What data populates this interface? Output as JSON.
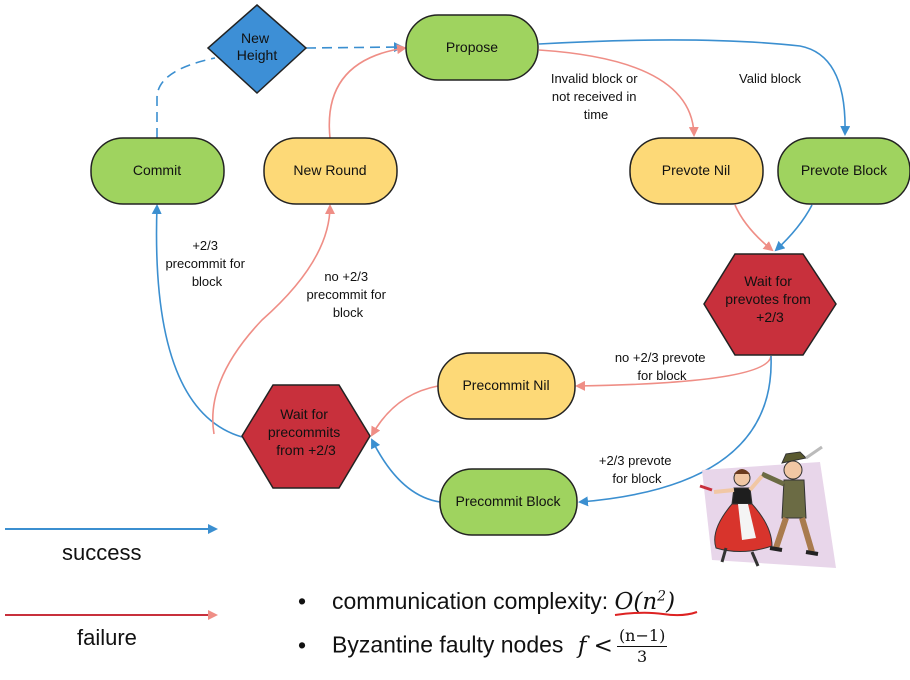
{
  "colors": {
    "success": "#3b8fd0",
    "failure": "#ef8e86",
    "green_node": "#9fd35f",
    "yellow_node": "#fdd977",
    "red_node": "#c8303c",
    "blue_node": "#3d8fd6"
  },
  "nodes": {
    "new_height": "New Height",
    "propose": "Propose",
    "commit": "Commit",
    "new_round": "New Round",
    "prevote_nil": "Prevote Nil",
    "prevote_block": "Prevote Block",
    "wait_prevotes": "Wait for prevotes from +2/3",
    "precommit_nil": "Precommit Nil",
    "wait_precommits": "Wait for precommits from +2/3",
    "precommit_block": "Precommit Block"
  },
  "edge_labels": {
    "invalid_block": "Invalid block or not received in time",
    "valid_block": "Valid block",
    "commit_cond": "+2/3 precommit for block",
    "new_round_cond": "no +2/3 precommit for block",
    "no_prevote": "no +2/3 prevote for block",
    "yes_prevote": "+2/3 prevote for block"
  },
  "legend": {
    "success": "success",
    "failure": "failure"
  },
  "bullets": {
    "b1_text": "communication complexity:",
    "b1_math": "O(n",
    "b1_exp": "2",
    "b1_close": ")",
    "b2_text": "Byzantine faulty nodes",
    "b2_math": "f <",
    "b2_num": "(n−1)",
    "b2_den": "3"
  },
  "picture": "dancing-couple-clipart"
}
